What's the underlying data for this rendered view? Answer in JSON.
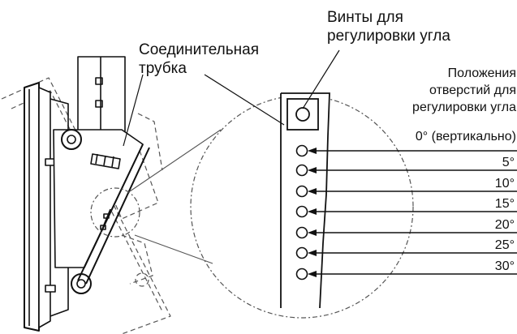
{
  "labels": {
    "screws_line1": "Винты для",
    "screws_line2": "регулировки угла",
    "tube_line1": "Соединительная",
    "tube_line2": "трубка",
    "positions_line1": "Положения",
    "positions_line2": "отверстий для",
    "positions_line3": "регулировки угла",
    "vertical": "0° (вертикально)"
  },
  "angles": [
    "5°",
    "10°",
    "15°",
    "20°",
    "25°",
    "30°"
  ],
  "colors": {
    "line": "#111111",
    "dashed": "#555555",
    "background": "#ffffff"
  }
}
